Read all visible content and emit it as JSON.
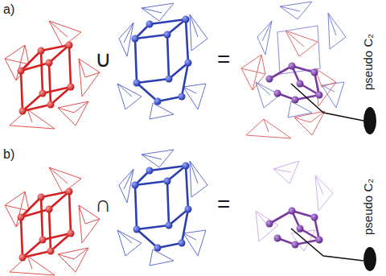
{
  "diagram": {
    "labels": [
      "a)",
      "∪",
      "=",
      "pseudo C₂",
      "b)",
      "∩",
      "=",
      "pseudo C₂"
    ]
  }
}
